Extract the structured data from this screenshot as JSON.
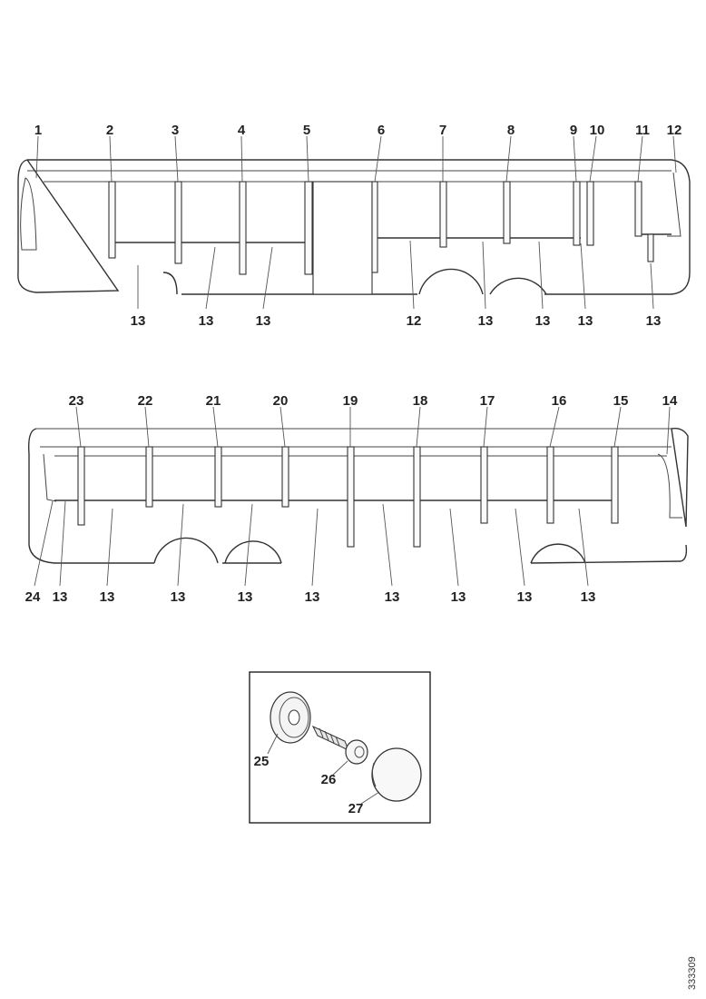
{
  "top_view": {
    "callouts_upper": [
      "1",
      "2",
      "3",
      "4",
      "5",
      "6",
      "7",
      "8",
      "9",
      "10",
      "11",
      "12"
    ],
    "callouts_lower": [
      "13",
      "13",
      "13",
      "12",
      "13",
      "13",
      "13",
      "13"
    ]
  },
  "bottom_view": {
    "callouts_upper": [
      "23",
      "22",
      "21",
      "20",
      "19",
      "18",
      "17",
      "16",
      "15",
      "14"
    ],
    "callouts_lower": [
      "24",
      "13",
      "13",
      "13",
      "13",
      "13",
      "13",
      "13",
      "13",
      "13"
    ]
  },
  "detail_box": {
    "callouts": [
      "25",
      "26",
      "27"
    ]
  },
  "drawing_code": "333309"
}
